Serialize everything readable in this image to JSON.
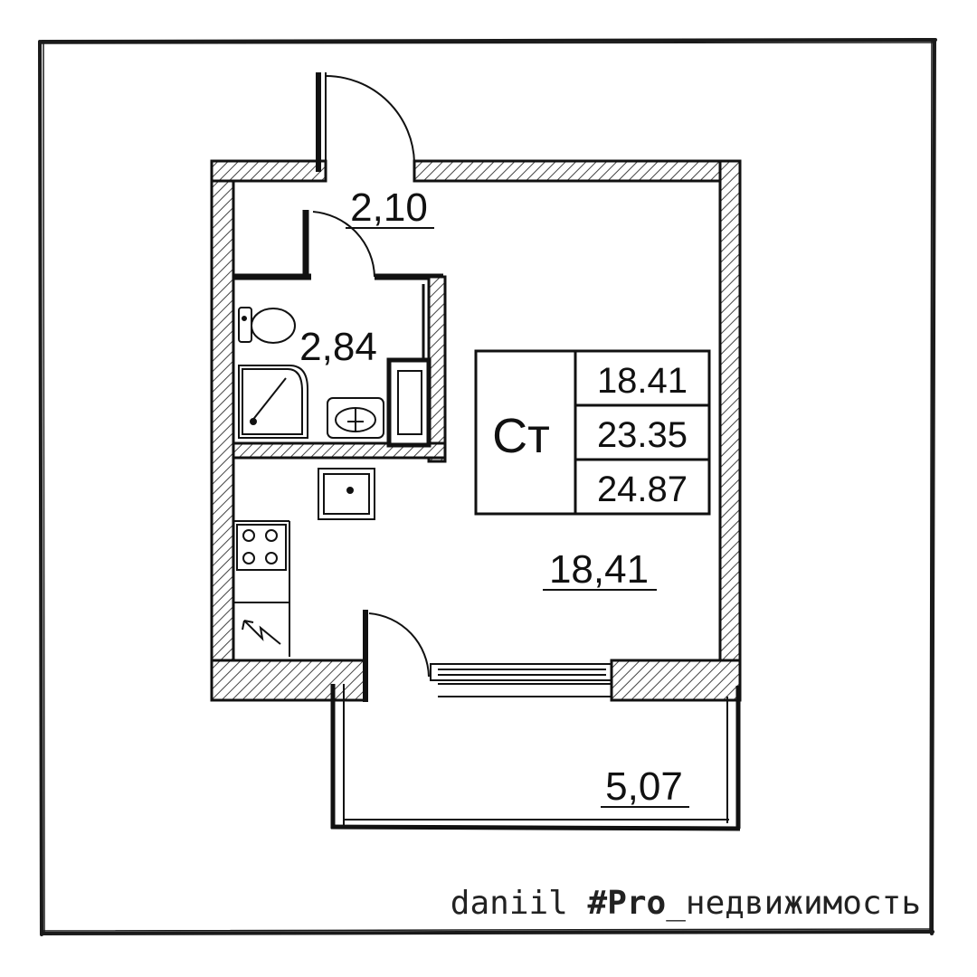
{
  "plan": {
    "rooms": {
      "vestibule_area": "2,10",
      "bathroom_area": "2,84",
      "main_room_area": "18,41",
      "balcony_area": "5,07"
    },
    "summary_table": {
      "type_code": "Ст",
      "living_area": "18.41",
      "total_area": "23.35",
      "total_with_balcony": "24.87"
    }
  },
  "watermark": {
    "author": "daniil",
    "hashtag": "#Pro",
    "suffix": "_недвижимость"
  },
  "colors": {
    "ink": "#111111",
    "paper": "#ffffff",
    "hatch": "#555555"
  }
}
